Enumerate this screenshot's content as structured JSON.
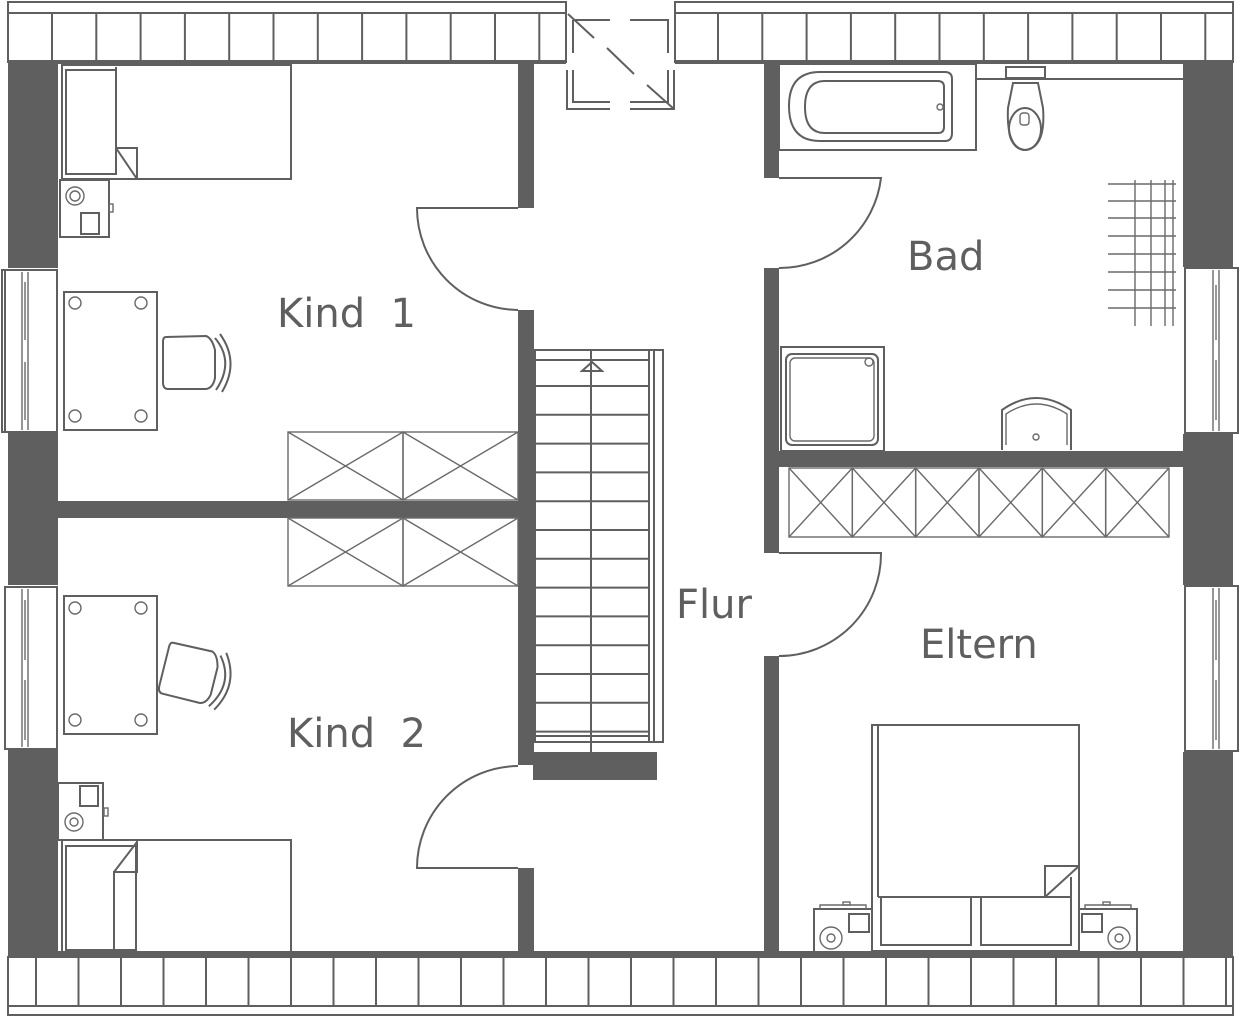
{
  "rooms": {
    "kind1": "Kind  1",
    "kind2": "Kind  2",
    "flur": "Flur",
    "bad": "Bad",
    "eltern": "Eltern"
  },
  "colors": {
    "wall": "#5f5f5f",
    "line": "#5f5f5f",
    "background": "#ffffff"
  },
  "icons": {
    "bed": "bed-icon",
    "desk": "desk-icon",
    "chair": "chair-icon",
    "nightstand": "nightstand-icon",
    "wardrobe": "wardrobe-icon",
    "bathtub": "bathtub-icon",
    "toilet": "toilet-icon",
    "shower": "shower-icon",
    "sink": "sink-icon",
    "radiator": "radiator-icon",
    "staircase": "staircase-icon",
    "skylight": "skylight-icon",
    "window": "window-icon",
    "door": "door-icon"
  }
}
